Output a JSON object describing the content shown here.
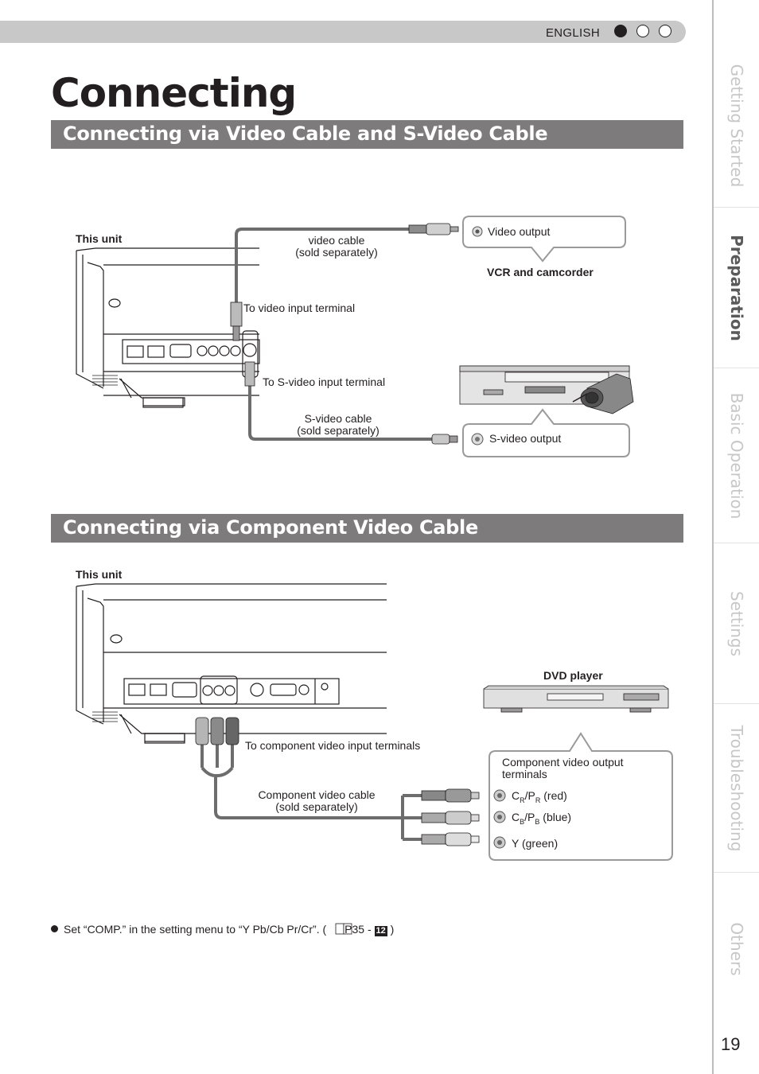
{
  "header": {
    "language": "ENGLISH"
  },
  "page_title": "Connecting",
  "sections": [
    {
      "heading": "Connecting via Video Cable and S-Video Cable",
      "this_unit": "This unit",
      "video_cable": [
        "video cable",
        "(sold separately)"
      ],
      "to_video_input": "To video input terminal",
      "to_svideo_input": "To S-video input terminal",
      "svideo_cable": [
        "S-video cable",
        "(sold separately)"
      ],
      "video_output": "Video output",
      "device": "VCR and camcorder",
      "svideo_output": "S-video output"
    },
    {
      "heading": "Connecting via Component Video Cable",
      "this_unit": "This unit",
      "device": "DVD player",
      "to_component_input": "To component video input terminals",
      "component_cable": [
        "Component video cable",
        "(sold separately)"
      ],
      "output_title": [
        "Component video output",
        "terminals"
      ],
      "cr_label": "C",
      "cr_sub": "R",
      "cr_sep": "/P",
      "cr_sub2": "R",
      "cr_color": " (red)",
      "cb_label": "C",
      "cb_sub": "B",
      "cb_sep": "/P",
      "cb_sub2": "B",
      "cb_color": " (blue)",
      "y_label": "Y (green)"
    }
  ],
  "note": {
    "text": "Set “COMP.” in the setting menu to “Y Pb/Cb Pr/Cr”. (",
    "ref_page": "P35 - ",
    "ref_num": "12",
    "close": " )"
  },
  "sidebar": {
    "tabs": [
      {
        "label": "Getting Started",
        "active": false
      },
      {
        "label": "Preparation",
        "active": true
      },
      {
        "label": "Basic Operation",
        "active": false
      },
      {
        "label": "Settings",
        "active": false
      },
      {
        "label": "Troubleshooting",
        "active": false
      },
      {
        "label": "Others",
        "active": false
      }
    ]
  },
  "page_number": "19",
  "colors": {
    "section_bar": "#7d7b7c",
    "top_bar": "#c8c8c8",
    "cable": "#6d6d6d",
    "tab_text": "#c7c7c7"
  }
}
